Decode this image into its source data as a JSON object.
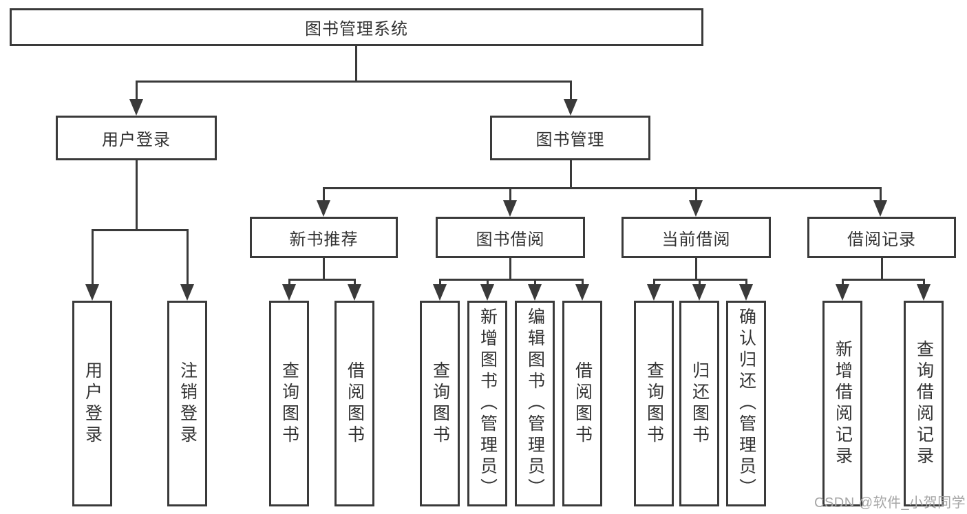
{
  "tree": {
    "label": "图书管理系统",
    "children": [
      {
        "label": "用户登录",
        "children": [
          {
            "label": "用户登录"
          },
          {
            "label": "注销登录"
          }
        ]
      },
      {
        "label": "图书管理",
        "children": [
          {
            "label": "新书推荐",
            "children": [
              {
                "label": "查询图书"
              },
              {
                "label": "借阅图书"
              }
            ]
          },
          {
            "label": "图书借阅",
            "children": [
              {
                "label": "查询图书"
              },
              {
                "label": "新增图书（管理员）"
              },
              {
                "label": "编辑图书（管理员）"
              },
              {
                "label": "借阅图书"
              }
            ]
          },
          {
            "label": "当前借阅",
            "children": [
              {
                "label": "查询图书"
              },
              {
                "label": "归还图书"
              },
              {
                "label": "确认归还（管理员）"
              }
            ]
          },
          {
            "label": "借阅记录",
            "children": [
              {
                "label": "新增借阅记录"
              },
              {
                "label": "查询借阅记录"
              }
            ]
          }
        ]
      }
    ]
  },
  "watermark": "CSDN @软件_小贺同学",
  "colors": {
    "line": "#3a3a3a",
    "text": "#333333",
    "watermark": "#a6a6a6",
    "background": "#ffffff"
  }
}
